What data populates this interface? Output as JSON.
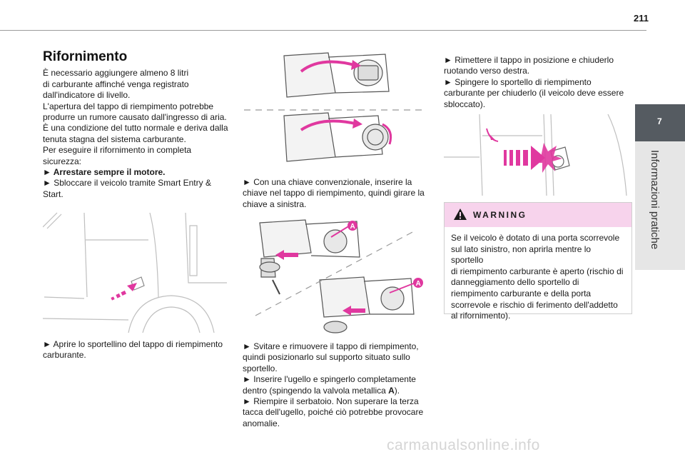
{
  "page": {
    "number": "211"
  },
  "chapter_tab": {
    "number": "7",
    "label": "Informazioni pratiche"
  },
  "section": {
    "title": "Rifornimento",
    "intro": [
      "È necessario aggiungere almeno 8 litri",
      "di carburante affinché venga registrato",
      "dall'indicatore di livello.",
      "L'apertura del tappo di riempimento potrebbe",
      "produrre un rumore causato dall'ingresso di aria.",
      "È una condizione del tutto normale e deriva dalla",
      "tenuta stagna del sistema carburante.",
      "Per eseguire il rifornimento in completa",
      "sicurezza:"
    ],
    "step_stop_engine": "► Arrestare sempre il motore.",
    "step_unlock": [
      "► Sbloccare il veicolo tramite Smart Entry &",
      "Start."
    ],
    "step_open_flap": [
      "► Aprire lo sportellino del tappo di riempimento",
      "carburante."
    ]
  },
  "middle": {
    "step_key": [
      "► Con una chiave convenzionale, inserire la",
      "chiave nel tappo di riempimento, quindi girare la",
      "chiave a sinistra."
    ],
    "step_unscrew": [
      "► Svitare e rimuovere il tappo di riempimento,",
      "quindi posizionarlo sul supporto situato sullo",
      "sportello."
    ],
    "step_insert_pre": "► Inserire l'ugello e spingerlo completamente",
    "step_insert_post": "dentro (spingendo la valvola metallica ",
    "valve_letter": "A",
    "step_insert_end": ").",
    "step_fill": [
      "► Riempire il serbatoio. Non superare la terza",
      "tacca dell'ugello, poiché ciò potrebbe provocare",
      "anomalie."
    ],
    "callout_label": "A"
  },
  "right": {
    "step_replace": [
      "► Rimettere il tappo in posizione e chiuderlo",
      "ruotando verso destra."
    ],
    "step_close": [
      "► Spingere lo sportello di riempimento",
      "carburante per chiuderlo (il veicolo deve essere",
      "sbloccato)."
    ]
  },
  "warning": {
    "title": "WARNING",
    "text": [
      "Se il veicolo è dotato di una porta scorrevole",
      "sul lato sinistro, non aprirla mentre lo sportello",
      "di riempimento carburante è aperto (rischio di",
      "danneggiamento dello sportello di",
      "riempimento carburante e della porta",
      "scorrevole e rischio di ferimento dell'addetto",
      "al rifornimento)."
    ]
  },
  "watermark": "carmanualsonline.info",
  "colors": {
    "accent_magenta": "#e0389f",
    "tab_dark": "#555b61",
    "tab_light": "#e6e6e6",
    "warning_bg": "#f7d3ec"
  }
}
